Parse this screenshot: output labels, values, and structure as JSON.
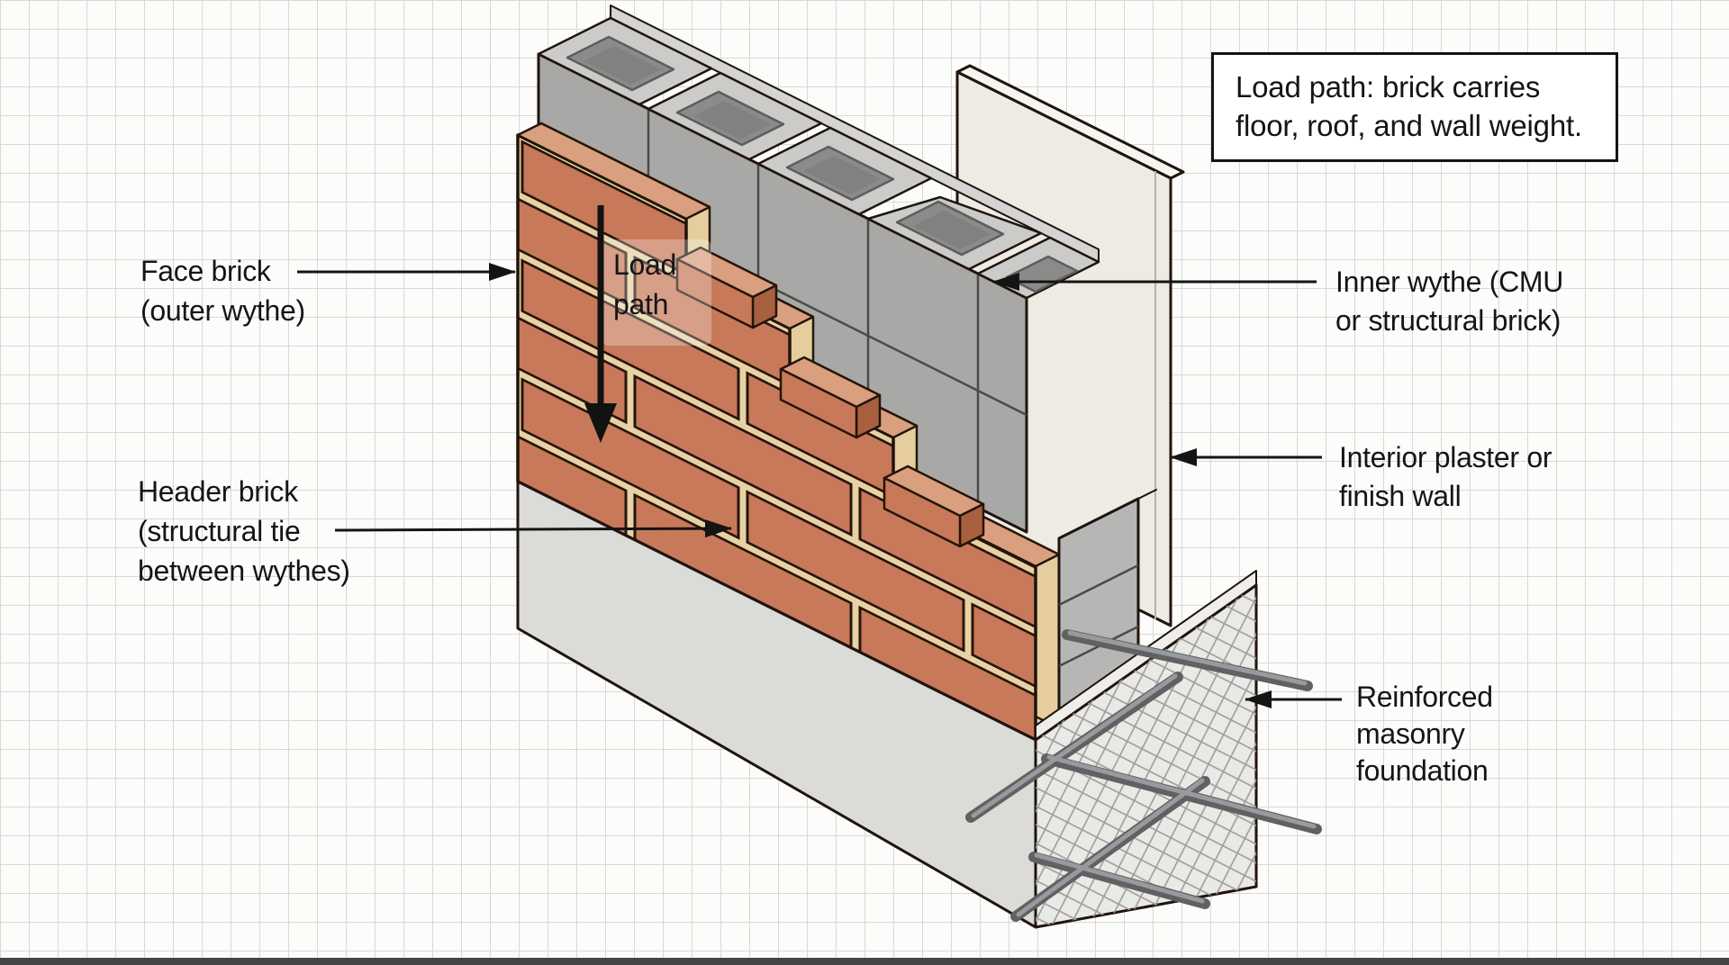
{
  "title": "Masonry load-bearing wall section diagram",
  "note_box": {
    "line1": "Load path: brick carries",
    "line2": "floor, roof, and wall weight."
  },
  "labels": {
    "face_brick": {
      "lines": [
        "Face brick",
        "(outer wythe)"
      ]
    },
    "load_path": {
      "lines": [
        "Load",
        "path"
      ]
    },
    "header_brick": {
      "lines": [
        "Header brick",
        "(structural tie",
        "between wythes)"
      ]
    },
    "inner_wythe": {
      "lines": [
        "Inner wythe (CMU",
        "or structural brick)"
      ]
    },
    "interior_plaster": {
      "lines": [
        "Interior plaster or",
        "finish wall"
      ]
    },
    "foundation": {
      "lines": [
        "Reinforced",
        "masonry",
        "foundation"
      ]
    }
  },
  "colors": {
    "brick_face": "#c8795a",
    "brick_top": "#d99f7e",
    "brick_side": "#a8603f",
    "mortar": "#e8d2a4",
    "collar_joint": "#e5cd9e",
    "cmu_face": "#a8a8a6",
    "cmu_top": "#cbcbc9",
    "cmu_core": "#8b8b89",
    "cmu_core_inner": "#7e7e7c",
    "cmu_end": "#b6b6b4",
    "cmu_back_shell": "#d4d4d2",
    "plaster": "#edebe4",
    "plaster_top": "#f6f4ee",
    "foundation_face": "#dbdbd8",
    "foundation_cut": "#e9e9e6",
    "foundation_top": "#efeeea",
    "hatch_line": "#9c9c9a",
    "rebar": "#5f6163",
    "rebar_highlight": "#989a9d",
    "outline": "#20140c",
    "paper": "#fcfcfb",
    "grid_line": "#d8d8d5",
    "label_text": "#151515"
  }
}
